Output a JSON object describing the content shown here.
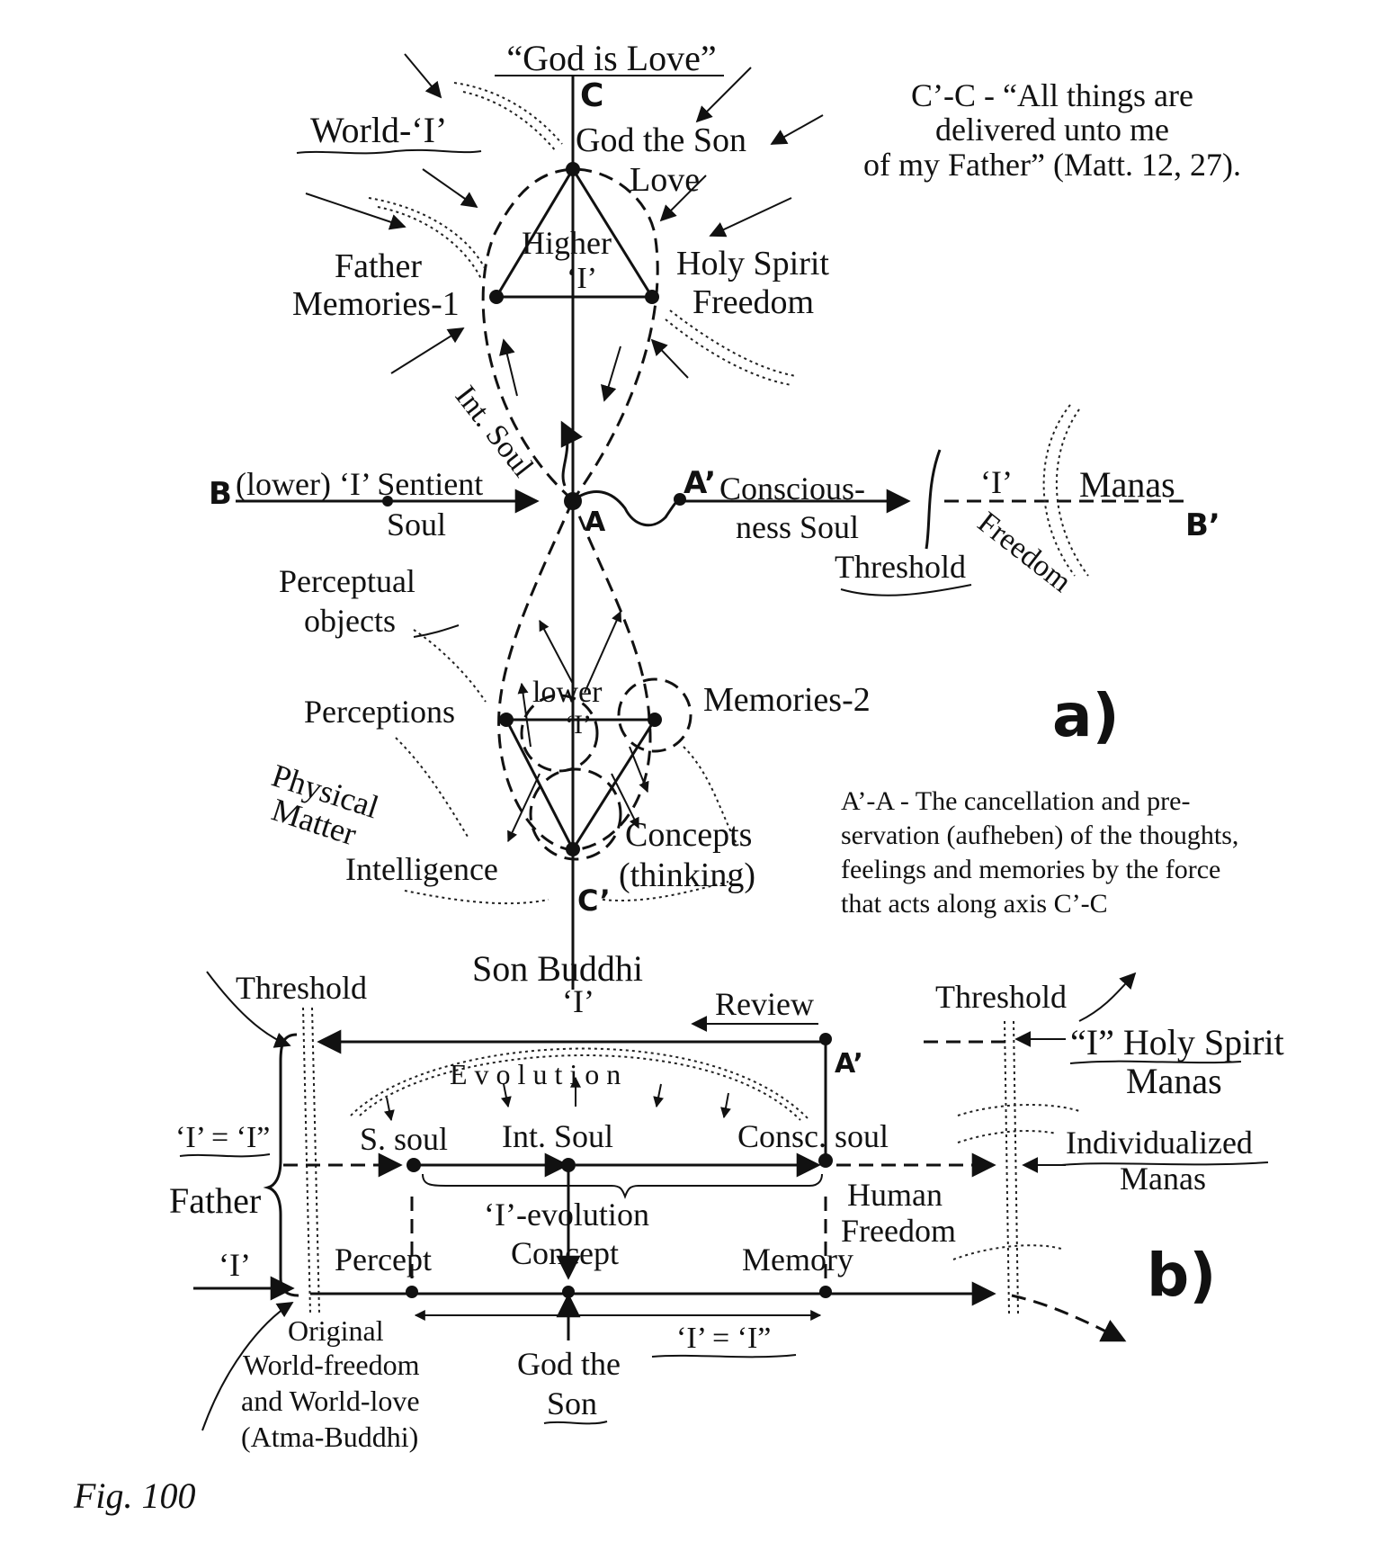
{
  "labels": {
    "god_is_love": "“God is Love”",
    "c_top": "C",
    "world_i": "World-‘I’",
    "god_the_son": "God the Son",
    "love": "Love",
    "higher": "Higher",
    "higher_i": "‘I’",
    "father_top": "Father",
    "memories_1": "Memories-1",
    "holy_spirit_top": "Holy Spirit",
    "freedom_top": "Freedom",
    "int_soul_top": "Int. Soul",
    "b_left": "B",
    "lower_i_sentient": "(lower) ‘I’ Sentient",
    "soul": "Soul",
    "a_center": "A",
    "a_prime": "A’",
    "consciousness": "Conscious-",
    "ness_soul": "ness Soul",
    "i_right": "‘I’",
    "manas_right": "Manas",
    "b_prime": "B’",
    "freedom_right": "Freedom",
    "threshold_a": "Threshold",
    "perceptual": "Perceptual",
    "objects": "objects",
    "perceptions": "Perceptions",
    "lower": "lower",
    "lower_i": "‘I’",
    "memories_2": "Memories-2",
    "panel_a": "a)",
    "physical": "Physical",
    "matter": "Matter",
    "concepts": "Concepts",
    "thinking": "(thinking)",
    "intelligence": "Intelligence",
    "c_prime": "C’",
    "son_buddhi": "Son Buddhi",
    "son_buddhi_i": "‘I’",
    "threshold_b_left": "Threshold",
    "threshold_b_right": "Threshold",
    "review": "Review",
    "evolution": "E v o l u t i o n",
    "a_prime_b": "A’",
    "i_holy_spirit": "“I” Holy Spirit",
    "manas_b": "Manas",
    "i_eq_i_left": "‘I’ = ‘I”",
    "s_soul": "S. soul",
    "int_soul_b": "Int. Soul",
    "consc_soul": "Consc. soul",
    "individualized": "Individualized",
    "manas_ind": "Manas",
    "father_b": "Father",
    "i_evolution": "‘I’-evolution",
    "human": "Human",
    "freedom_b": "Freedom",
    "i_left_b": "‘I’",
    "percept": "Percept",
    "concept": "Concept",
    "memory": "Memory",
    "panel_b": "b)",
    "original": "Original",
    "world_freedom": "World-freedom",
    "and_world_love": "and World-love",
    "atma_buddhi": "(Atma-Buddhi)",
    "god_the_son_b": "God the",
    "son_b": "Son",
    "i_eq_i_bottom": "‘I’ = ‘I”"
  },
  "notes": {
    "c_prime_c_1": "C’-C - “All things are",
    "c_prime_c_2": "delivered unto me",
    "c_prime_c_3": "of my Father” (Matt. 12, 27).",
    "a_prime_a_1": "A’-A - The cancellation and pre-",
    "a_prime_a_2": "servation (aufheben) of the thoughts,",
    "a_prime_a_3": "feelings and memories by the force",
    "a_prime_a_4": "that acts along axis C’-C"
  },
  "caption": "Fig. 100"
}
